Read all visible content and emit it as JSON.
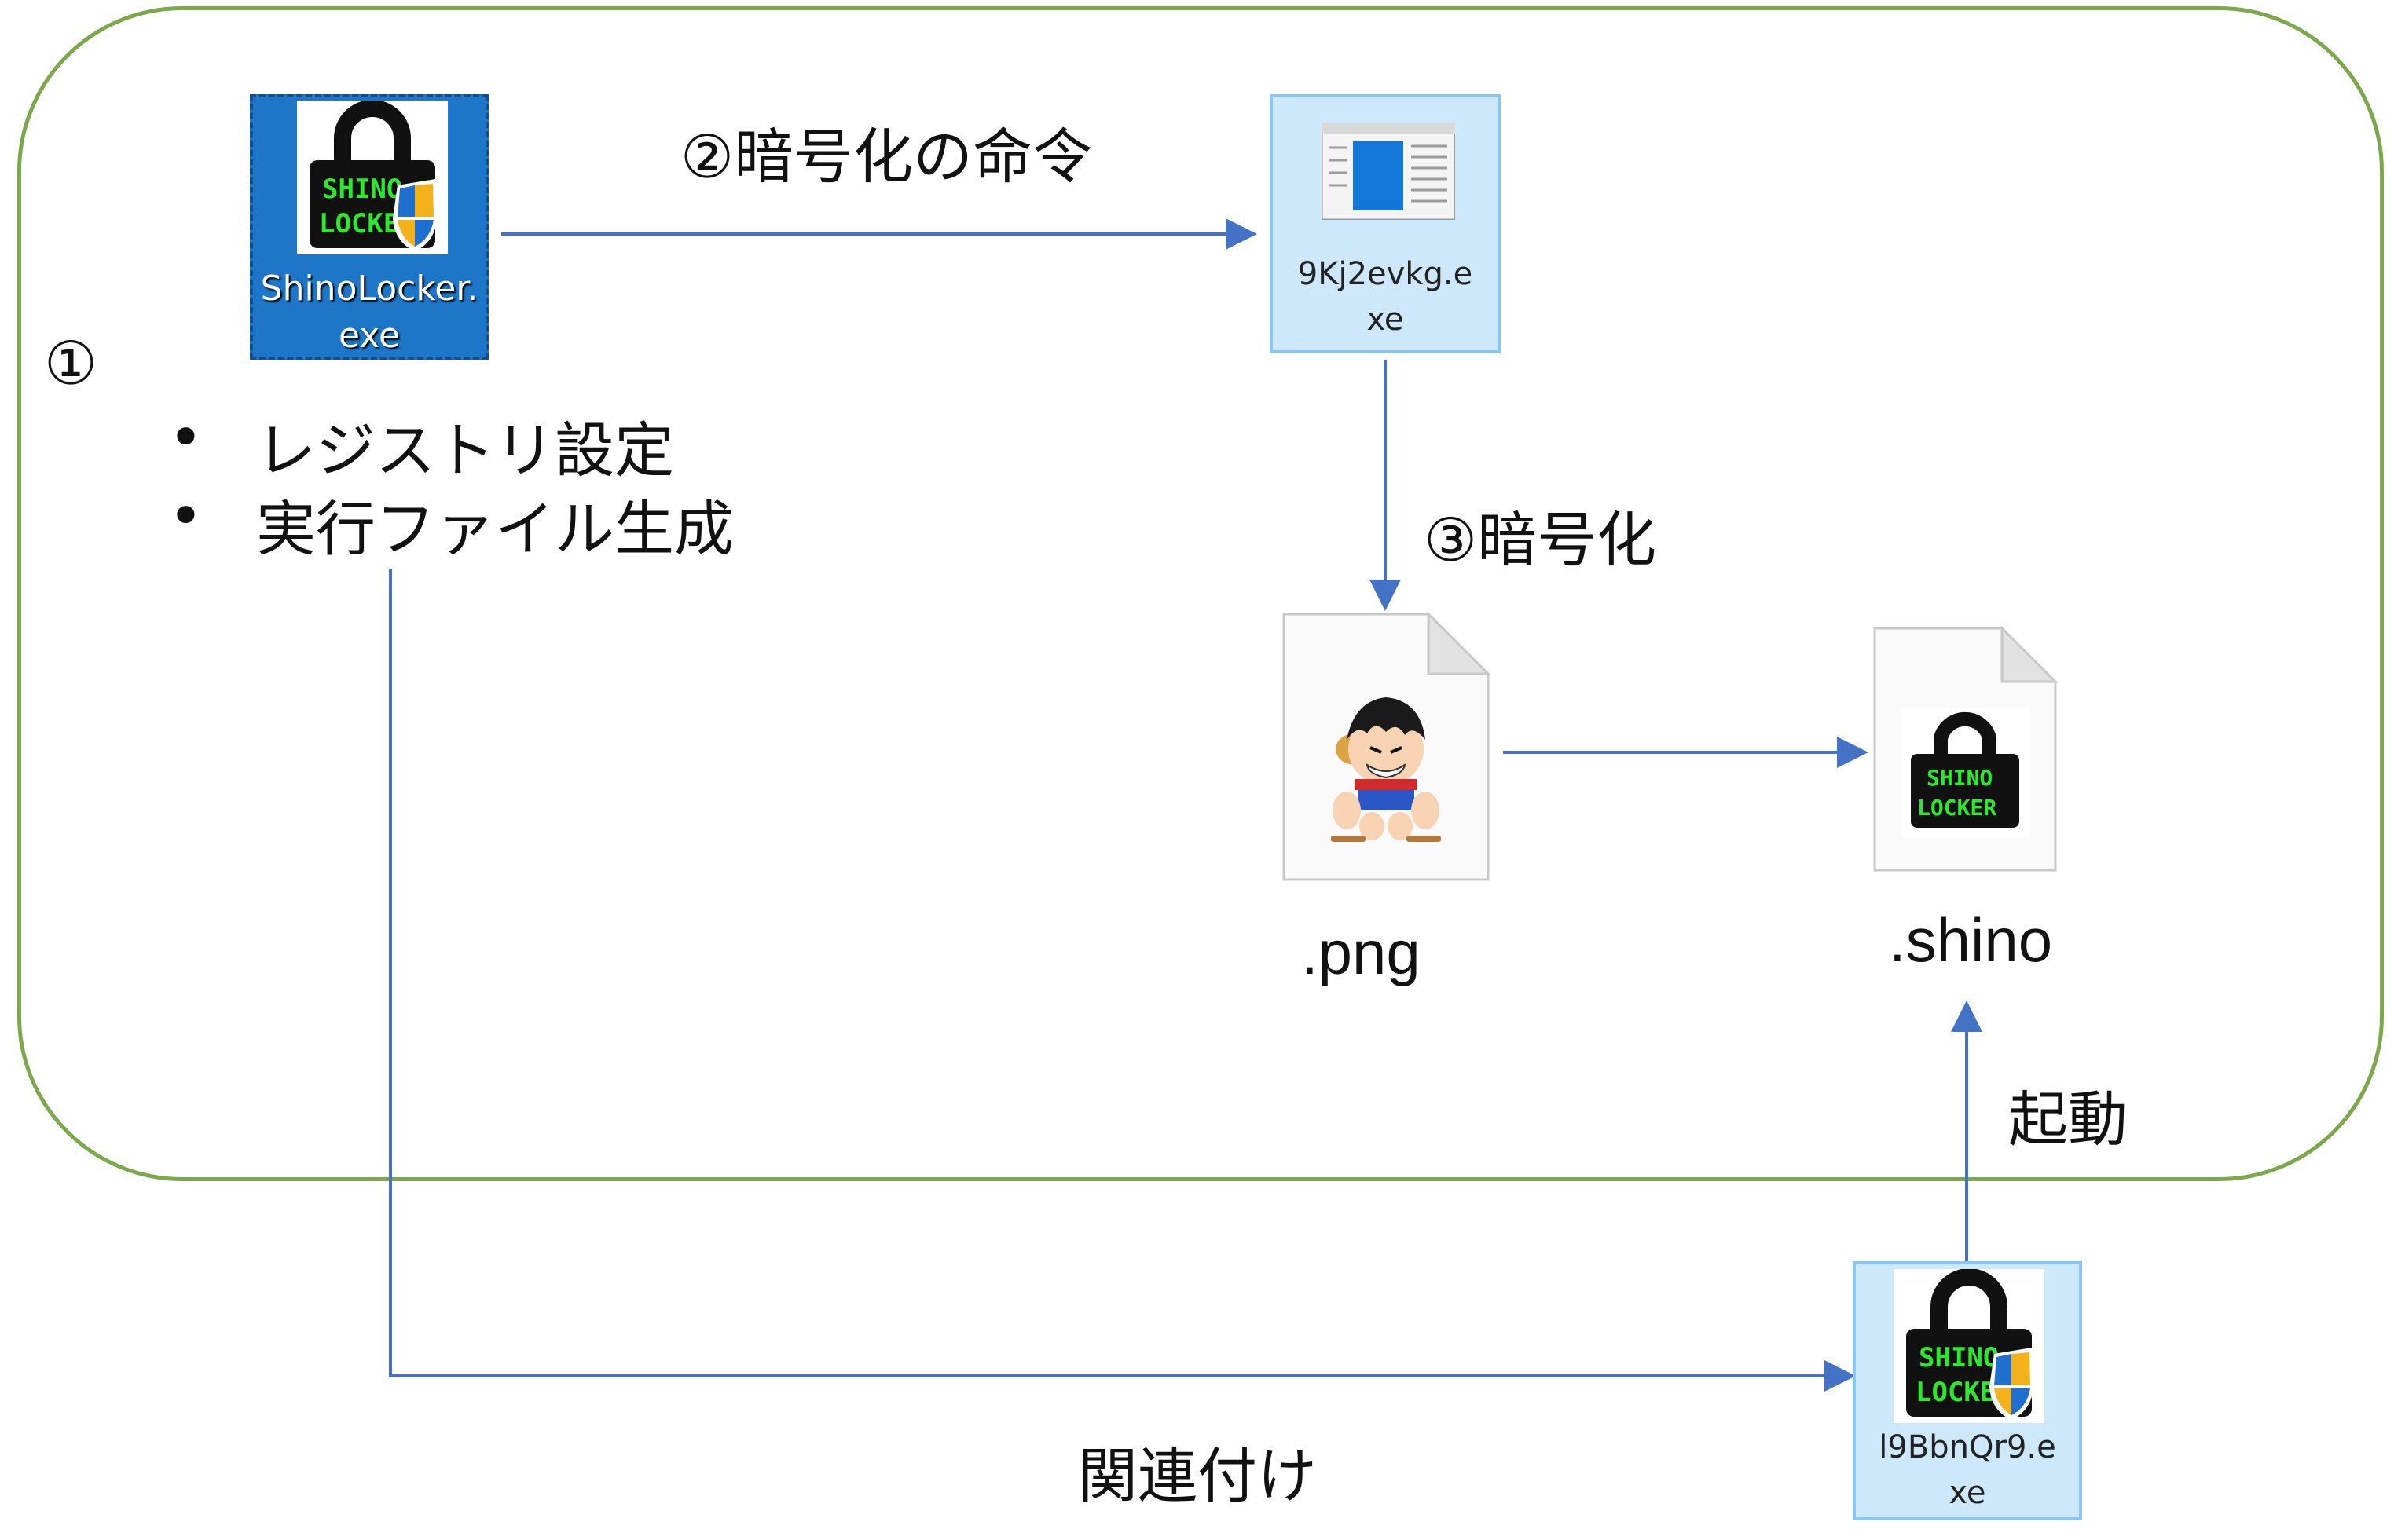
{
  "steps": {
    "step1_marker": "①",
    "step2_label": "②暗号化の命令",
    "step3_label": "③暗号化"
  },
  "bullets": [
    {
      "bullet": "•",
      "text": "レジストリ設定"
    },
    {
      "bullet": "•",
      "text": "実行ファイル生成"
    }
  ],
  "files": {
    "main": {
      "name": "ShinoLocker.\nexe",
      "icon": "shinolocker-icon"
    },
    "encryptor": {
      "name": "9Kj2evkg.e\nxe",
      "icon": "exe-window-icon"
    },
    "handler": {
      "name": "l9BbnQr9.e\nxe",
      "icon": "shinolocker-icon"
    },
    "png": {
      "ext": ".png",
      "icon": "png-file-icon"
    },
    "shino": {
      "ext": ".shino",
      "icon": "shino-file-icon"
    }
  },
  "logo_text": [
    "SHINO",
    "LOCKER"
  ],
  "edges": {
    "associate_label": "関連付け",
    "launch_label": "起動"
  },
  "colors": {
    "boundary": "#7aa84a",
    "arrow": "#4472c4",
    "selected_tile": "#1e76c8",
    "hover_tile": "#cde8fb",
    "logo_green": "#2ee82e"
  }
}
